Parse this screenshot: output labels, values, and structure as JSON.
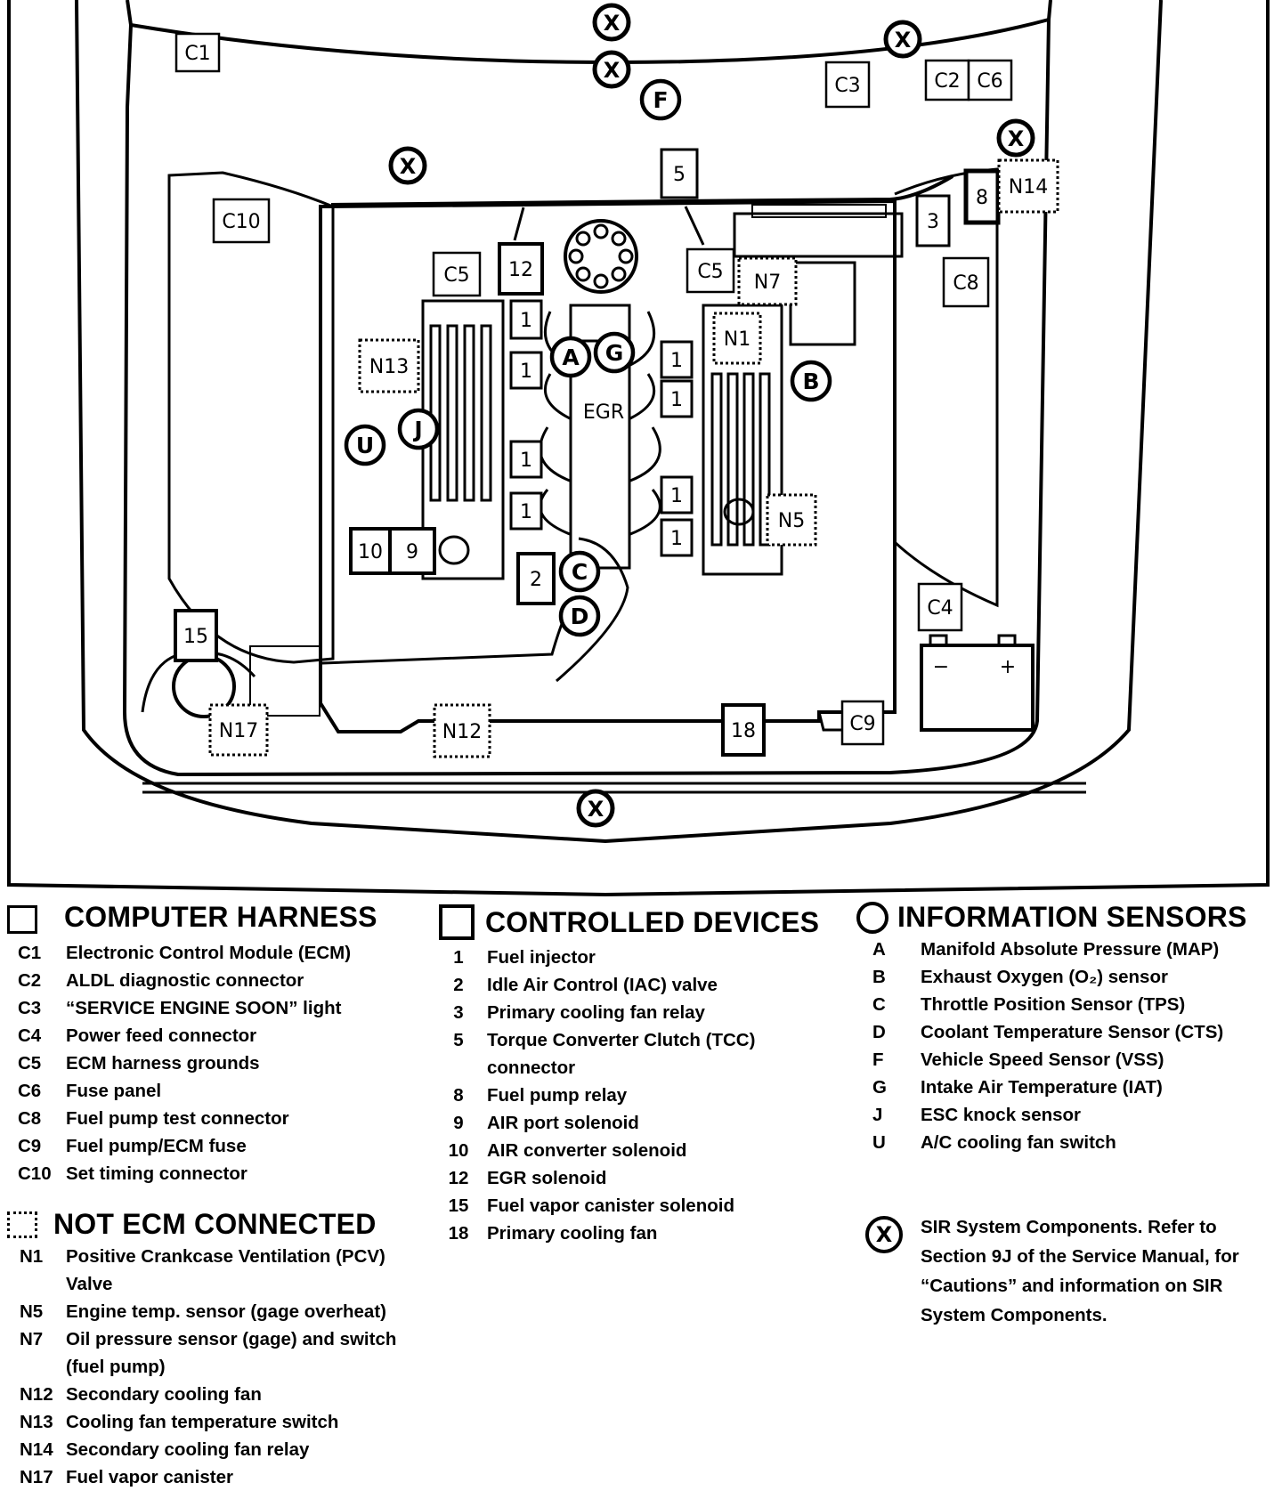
{
  "diagram": {
    "computer_harness_markers": [
      "C1",
      "C2",
      "C6",
      "C3",
      "C10",
      "C5",
      "C5",
      "C8",
      "C4",
      "C9"
    ],
    "controlled_device_markers": [
      "5",
      "8",
      "3",
      "12",
      "1",
      "1",
      "1",
      "1",
      "1",
      "1",
      "1",
      "1",
      "10",
      "9",
      "2",
      "15",
      "18"
    ],
    "sensor_markers": [
      "A",
      "G",
      "B",
      "J",
      "U",
      "C",
      "D",
      "F"
    ],
    "not_ecm_markers": [
      "N14",
      "N7",
      "N1",
      "N13",
      "N5",
      "N17",
      "N12"
    ],
    "sir_marker": "X",
    "egr_label": "EGR",
    "battery_minus": "−",
    "battery_plus": "+"
  },
  "legend": {
    "computer_harness": {
      "title": "COMPUTER HARNESS",
      "items": [
        {
          "code": "C1",
          "desc": "Electronic Control Module (ECM)"
        },
        {
          "code": "C2",
          "desc": "ALDL diagnostic connector"
        },
        {
          "code": "C3",
          "desc": "“SERVICE ENGINE SOON” light"
        },
        {
          "code": "C4",
          "desc": "Power feed connector"
        },
        {
          "code": "C5",
          "desc": "ECM harness grounds"
        },
        {
          "code": "C6",
          "desc": "Fuse panel"
        },
        {
          "code": "C8",
          "desc": "Fuel pump test connector"
        },
        {
          "code": "C9",
          "desc": "Fuel pump/ECM fuse"
        },
        {
          "code": "C10",
          "desc": "Set timing connector"
        }
      ]
    },
    "not_ecm_connected": {
      "title": "NOT ECM CONNECTED",
      "items": [
        {
          "code": "N1",
          "desc": "Positive Crankcase Ventilation (PCV) Valve"
        },
        {
          "code": "N5",
          "desc": "Engine temp. sensor (gage overheat)"
        },
        {
          "code": "N7",
          "desc": "Oil pressure sensor (gage) and switch (fuel pump)"
        },
        {
          "code": "N12",
          "desc": "Secondary cooling fan"
        },
        {
          "code": "N13",
          "desc": "Cooling fan temperature switch"
        },
        {
          "code": "N14",
          "desc": "Secondary cooling fan relay"
        },
        {
          "code": "N17",
          "desc": "Fuel vapor canister"
        }
      ]
    },
    "controlled_devices": {
      "title": "CONTROLLED DEVICES",
      "items": [
        {
          "code": "1",
          "desc": "Fuel injector"
        },
        {
          "code": "2",
          "desc": "Idle Air Control (IAC) valve"
        },
        {
          "code": "3",
          "desc": "Primary cooling fan relay"
        },
        {
          "code": "5",
          "desc": "Torque Converter Clutch (TCC) connector"
        },
        {
          "code": "8",
          "desc": "Fuel pump relay"
        },
        {
          "code": "9",
          "desc": "AIR port solenoid"
        },
        {
          "code": "10",
          "desc": "AIR converter solenoid"
        },
        {
          "code": "12",
          "desc": "EGR solenoid"
        },
        {
          "code": "15",
          "desc": "Fuel vapor canister solenoid"
        },
        {
          "code": "18",
          "desc": "Primary cooling fan"
        }
      ]
    },
    "information_sensors": {
      "title": "INFORMATION SENSORS",
      "items": [
        {
          "code": "A",
          "desc": "Manifold Absolute Pressure (MAP)"
        },
        {
          "code": "B",
          "desc": "Exhaust Oxygen (O₂) sensor"
        },
        {
          "code": "C",
          "desc": "Throttle Position Sensor (TPS)"
        },
        {
          "code": "D",
          "desc": "Coolant Temperature Sensor (CTS)"
        },
        {
          "code": "F",
          "desc": "Vehicle Speed  Sensor (VSS)"
        },
        {
          "code": "G",
          "desc": "Intake Air Temperature (IAT)"
        },
        {
          "code": "J",
          "desc": "ESC knock sensor"
        },
        {
          "code": "U",
          "desc": "A/C cooling fan switch"
        }
      ]
    },
    "sir": {
      "code": "X",
      "desc": "SIR System Components.  Refer to Section 9J of the Service Manual, for “Cautions” and information on SIR System Components."
    }
  }
}
